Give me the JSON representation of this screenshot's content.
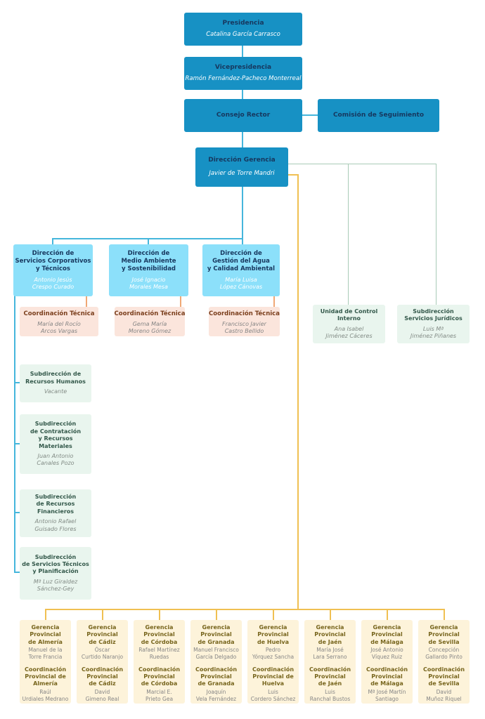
{
  "palette": {
    "teal_box": "#1791c4",
    "light_blue_box": "#8ce0fa",
    "pink_box": "#fbe5dc",
    "mint_box": "#e9f5ee",
    "cream_box": "#fdf3da",
    "title_navy": "#17375e",
    "title_brown": "#7b3f1d",
    "title_green": "#33584a",
    "title_olive": "#77651d",
    "name_gray": "#858585",
    "line_teal": "#45b6dc",
    "line_green": "#a9cbb7",
    "line_orange": "#f0c052",
    "line_salmon": "#f0a875"
  },
  "top": {
    "presidencia": {
      "title": "Presidencia",
      "name": "Catalina García Carrasco"
    },
    "vicepresidencia": {
      "title": "Vicepresidencia",
      "name": "Ramón Fernández-Pacheco Monterreal"
    },
    "consejo_rector": {
      "title": "Consejo Rector"
    },
    "comision_seguimiento": {
      "title": "Comisión de Seguimiento"
    },
    "direccion_gerencia": {
      "title": "Dirección Gerencia",
      "name": "Javier de Torre Mandri"
    }
  },
  "direcciones": [
    {
      "title": "Dirección de\nServicios Corporativos\ny Técnicos",
      "name": "Antonio Jesús\nCrespo Curado"
    },
    {
      "title": "Dirección de\nMedio Ambiente\ny Sostenibilidad",
      "name": "José Ignacio\nMorales Mesa"
    },
    {
      "title": "Dirección de\nGestión del Agua\ny Calidad Ambiental",
      "name": "María Luisa\nLópez Cánovas"
    }
  ],
  "coordinaciones_tecnicas": [
    {
      "title": "Coordinación Técnica",
      "name": "María del Rocío\nArcos Vargas"
    },
    {
      "title": "Coordinación Técnica",
      "name": "Gema María\nMoreno Gómez"
    },
    {
      "title": "Coordinación Técnica",
      "name": "Francisco Javier\nCastro Bellido"
    }
  ],
  "staff": [
    {
      "title": "Unidad de Control\nInterno",
      "name": "Ana Isabel\nJiménez Cáceres"
    },
    {
      "title": "Subdirección\nServicios Jurídicos",
      "name": "Luis Mª\nJiménez Piñanes"
    }
  ],
  "subdirecciones": [
    {
      "title": "Subdirección de\nRecursos Humanos",
      "name": "Vacante"
    },
    {
      "title": "Subdirección\nde Contratación\ny Recursos\nMateriales",
      "name": "Juan Antonio\nCanales Pozo"
    },
    {
      "title": "Subdirección\nde Recursos\nFinancieros",
      "name": "Antonio Rafael\nGuisado Flores"
    },
    {
      "title": "Subdirección\nde Servicios Técnicos\ny Planificación",
      "name": "Mª Luz Giraldez\nSánchez-Gey"
    }
  ],
  "provincias": [
    {
      "gerencia": "Gerencia\nProvincial\nde Almería",
      "gerente": "Manuel de la\nTorre Francia",
      "coordinacion": "Coordinación\nProvincial de\nAlmería",
      "coordinador": "Raúl\nUrdiales Medrano"
    },
    {
      "gerencia": "Gerencia\nProvincial\nde Cádiz",
      "gerente": "Óscar\nCurtido Naranjo",
      "coordinacion": "Coordinación\nProvincial\nde Cádiz",
      "coordinador": "David\nGimeno Real"
    },
    {
      "gerencia": "Gerencia\nProvincial\nde Córdoba",
      "gerente": "Rafael Martínez\nRuedas",
      "coordinacion": "Coordinación\nProvincial\nde Córdoba",
      "coordinador": "Marcial E.\nPrieto Gea"
    },
    {
      "gerencia": "Gerencia\nProvincial\nde Granada",
      "gerente": "Manuel Francisco\nGarcía Delgado",
      "coordinacion": "Coordinación\nProvincial\nde Granada",
      "coordinador": "Joaquín\nVela Fernández"
    },
    {
      "gerencia": "Gerencia\nProvincial\nde Huelva",
      "gerente": "Pedro\nYórquez Sancha",
      "coordinacion": "Coordinación\nProvincial de\nHuelva",
      "coordinador": "Luis\nCordero Sánchez"
    },
    {
      "gerencia": "Gerencia\nProvincial\nde Jaén",
      "gerente": "María José\nLara Serrano",
      "coordinacion": "Coordinación\nProvincial\nde Jaén",
      "coordinador": "Luis\nRanchal Bustos"
    },
    {
      "gerencia": "Gerencia\nProvincial\nde Málaga",
      "gerente": "José Antonio\nVíquez Ruiz",
      "coordinacion": "Coordinación\nProvincial\nde Málaga",
      "coordinador": "Mª José Martín\nSantiago"
    },
    {
      "gerencia": "Gerencia\nProvincial\nde Sevilla",
      "gerente": "Concepción\nGallardo Pinto",
      "coordinacion": "Coordinación\nProvincial\nde Sevilla",
      "coordinador": "David\nMuñoz Riquel"
    }
  ]
}
